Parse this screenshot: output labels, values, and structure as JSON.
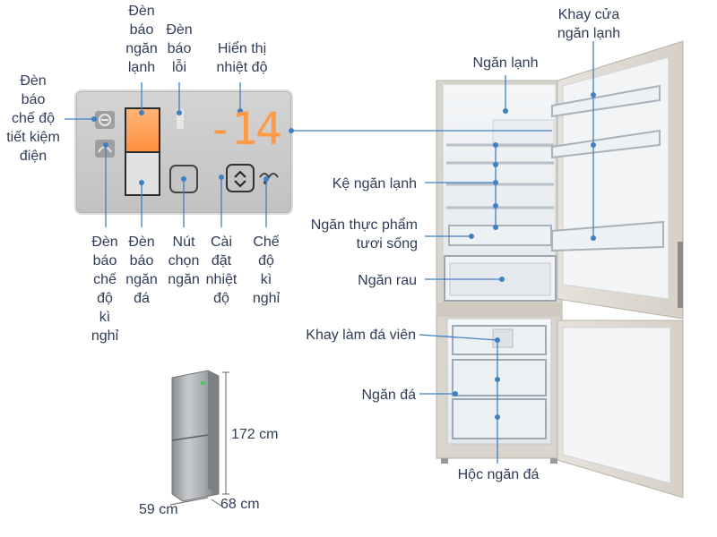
{
  "panel": {
    "display_value": "-14",
    "labels": {
      "energy_saving": [
        "Đèn",
        "báo",
        "chế độ",
        "tiết kiệm",
        "điện"
      ],
      "fridge_indicator": [
        "Đèn",
        "báo",
        "ngăn",
        "lạnh"
      ],
      "error_indicator": [
        "Đèn",
        "báo",
        "lỗi"
      ],
      "temp_display": [
        "Hiển thị",
        "nhiệt độ"
      ],
      "holiday_indicator": [
        "Đèn",
        "báo",
        "chế",
        "độ",
        "kì",
        "nghỉ"
      ],
      "freezer_indicator": [
        "Đèn",
        "báo",
        "ngăn",
        "đá"
      ],
      "select_button": [
        "Nút",
        "chọn",
        "ngăn"
      ],
      "temp_setting": [
        "Cài",
        "đặt",
        "nhiệt",
        "độ"
      ],
      "holiday_mode": [
        "Chế",
        "độ",
        "kì",
        "nghỉ"
      ]
    }
  },
  "fridge": {
    "labels": {
      "door_tray": [
        "Khay cửa",
        "ngăn lạnh"
      ],
      "fridge_compartment": "Ngăn lạnh",
      "shelf": "Kệ ngăn lạnh",
      "fresh_food": [
        "Ngăn thực phẩm",
        "tươi sống"
      ],
      "vegetable": "Ngăn rau",
      "ice_tray": "Khay làm đá viên",
      "freezer": "Ngăn đá",
      "freezer_drawer": "Hộc ngăn đá"
    }
  },
  "dimensions": {
    "height": "172 cm",
    "width": "59 cm",
    "depth": "68 cm"
  },
  "colors": {
    "leader_line": "#3f7fc4",
    "label_text": "#2e3c57",
    "display_orange": "#ff9a45"
  }
}
